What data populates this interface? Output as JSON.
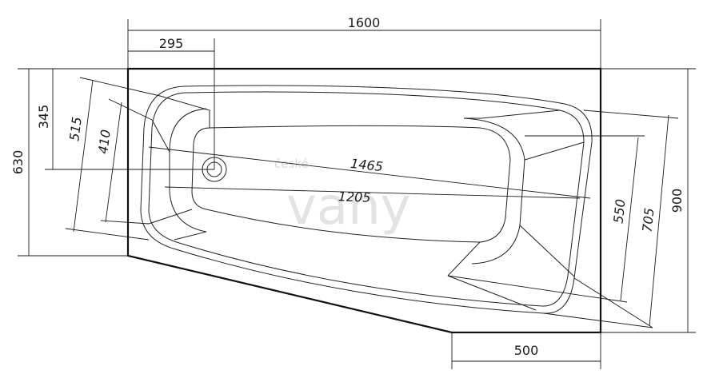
{
  "dimensions": {
    "overall_length": "1600",
    "drain_offset": "295",
    "bottom_edge": "500",
    "height_left": "630",
    "drain_height": "345",
    "inner_left_outer": "515",
    "inner_left_bottom": "410",
    "inner_length_outer": "1465",
    "inner_length_bottom": "1205",
    "inner_right_bottom": "550",
    "inner_right_outer": "705",
    "width_right": "900"
  },
  "watermark": {
    "small": "české",
    "large": "vany"
  }
}
